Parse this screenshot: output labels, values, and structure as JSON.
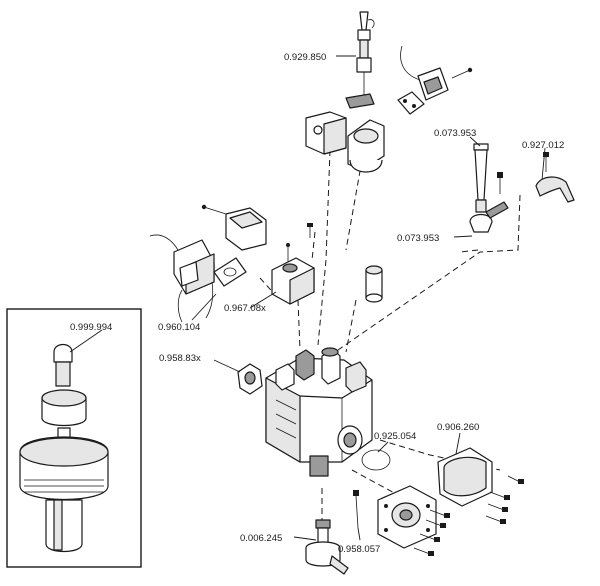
{
  "part_numbers": {
    "sensor_top": "0.929.850",
    "thermocouple_a": "0.073.953",
    "clip": "0.927.012",
    "thermocouple_b": "0.073.953",
    "inset_knob": "0.999.994",
    "coil_left": "0.960.104",
    "coil_cover": "0.967.08x",
    "connector": "0.958.83x",
    "gasket": "0.925.054",
    "regulator_cap": "0.906.260",
    "outlet_fitting": "0.006.245",
    "bottom_screw": "0.958.057"
  }
}
